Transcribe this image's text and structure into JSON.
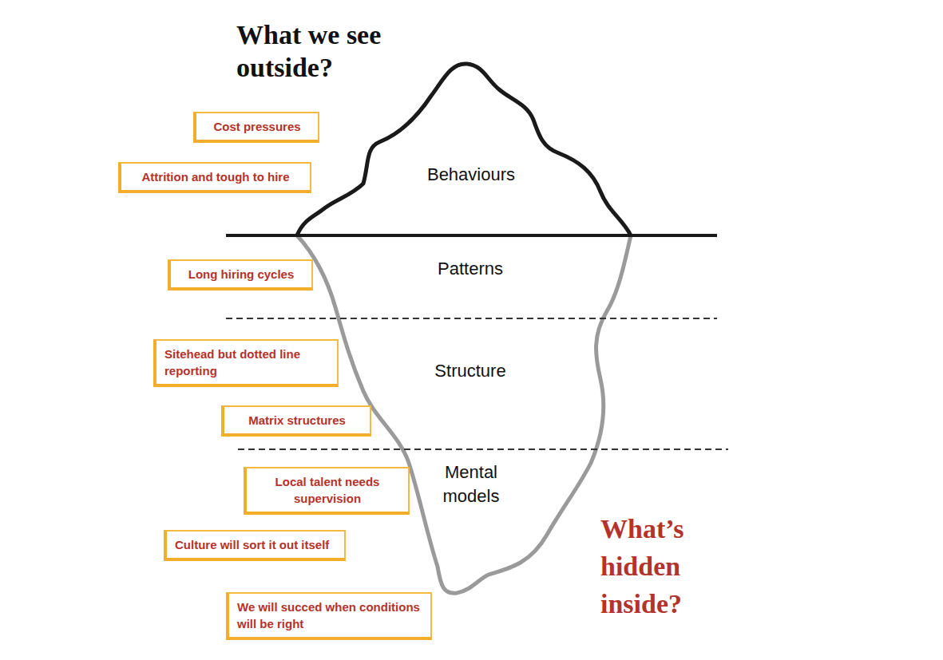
{
  "diagram": {
    "title": "What we see outside?",
    "nodes": [
      {
        "text": [
          "Cost pressures"
        ]
      },
      {
        "text": [
          "Attrition and tough to hire"
        ]
      },
      {
        "text": [
          "Long hiring cycles"
        ]
      },
      {
        "text": [
          "Sitehead but dotted line reporting"
        ]
      },
      {
        "text": [
          "Matrix structures"
        ]
      },
      {
        "text": [
          "Local talent needs supervision"
        ]
      },
      {
        "text": [
          "Culture will sort it out itself"
        ]
      },
      {
        "text": [
          "We will succed when conditions will be right"
        ]
      }
    ],
    "labels": [
      "Behaviours",
      "Patterns",
      "Structure",
      "Mental models",
      "What’s hidden inside?"
    ]
  }
}
